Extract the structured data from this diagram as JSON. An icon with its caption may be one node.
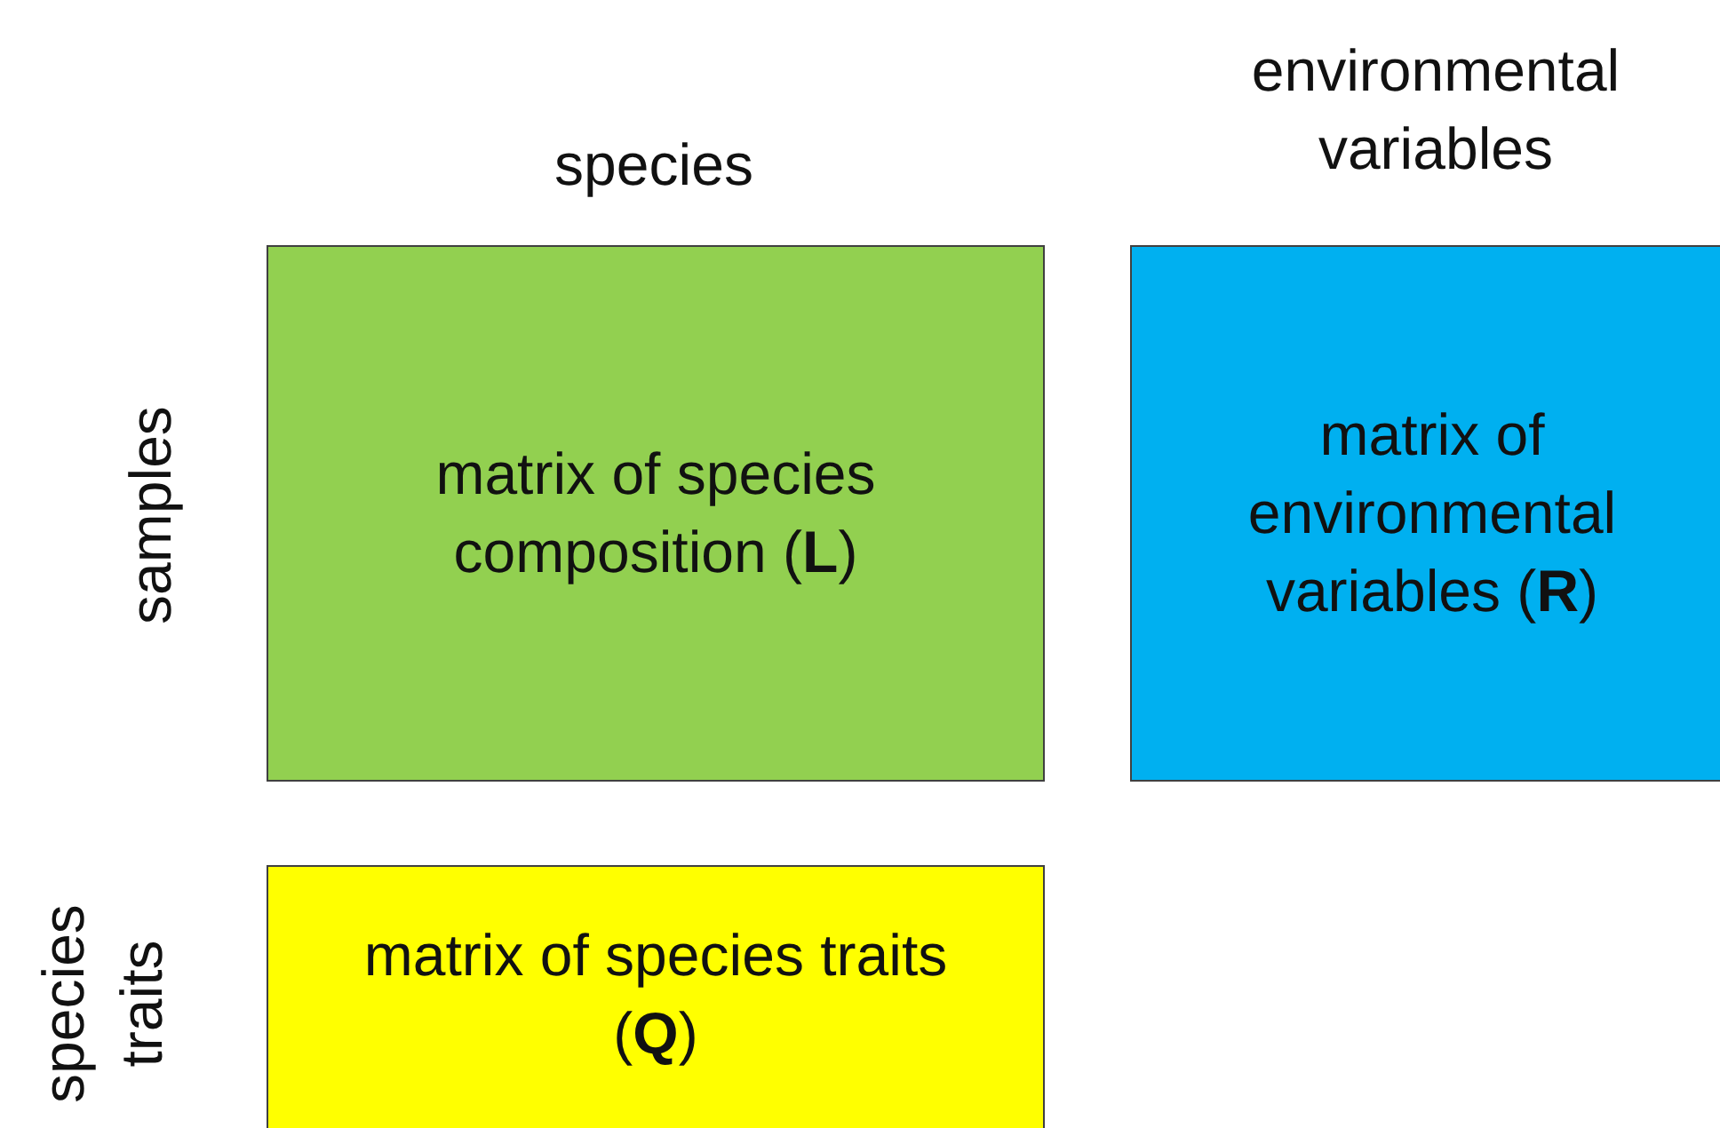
{
  "diagram": {
    "nodes": [
      {
        "text": [
          "matrix of species composition (**L**)"
        ]
      },
      {
        "text": [
          "matrix of environmental variables (**R**)"
        ]
      },
      {
        "text": [
          "matrix of species traits (**Q**)"
        ]
      }
    ],
    "labels": [
      "species",
      "environmental variables",
      "samples",
      "species traits"
    ]
  }
}
